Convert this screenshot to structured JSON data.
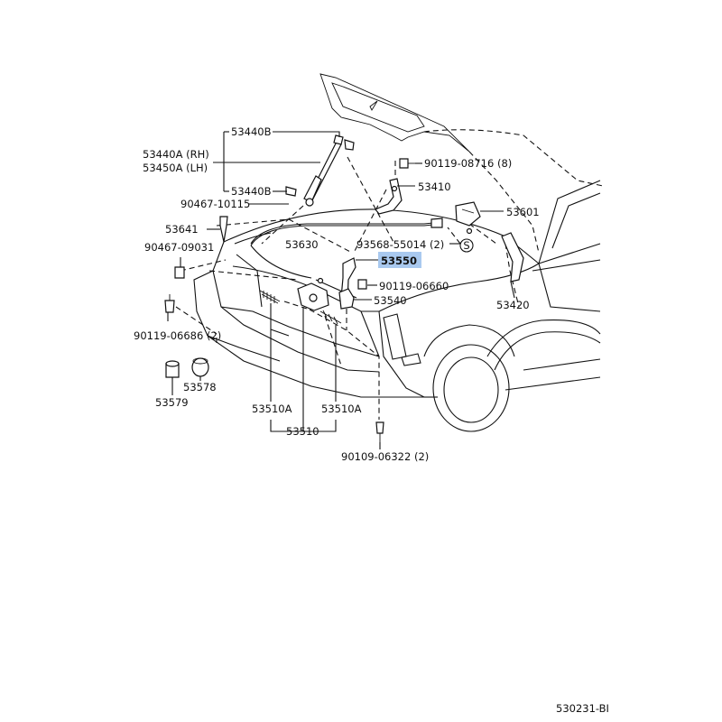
{
  "labels": {
    "p53440B_top": "53440B",
    "p53440A": "53440A (RH)",
    "p53450A": "53450A (LH)",
    "p53440B_bot": "53440B",
    "p90467_10115": "90467-10115",
    "p53641": "53641",
    "p53630": "53630",
    "p90467_09031": "90467-09031",
    "p90119_08716": "90119-08716 (8)",
    "p53410": "53410",
    "p53601": "53601",
    "p93568": "93568-55014 (2)",
    "p53550": "53550",
    "p90119_06660": "90119-06660",
    "p53540": "53540",
    "p53420": "53420",
    "p90119_06686": "90119-06686 (2)",
    "p53578": "53578",
    "p53579": "53579",
    "p53510A_left": "53510A",
    "p53510A_right": "53510A",
    "p53510": "53510",
    "p90109_06322": "90109-06322 (2)",
    "s_symbol": "S",
    "diagram_code": "530231-BI"
  },
  "highlight_color": "#a9c9ef"
}
